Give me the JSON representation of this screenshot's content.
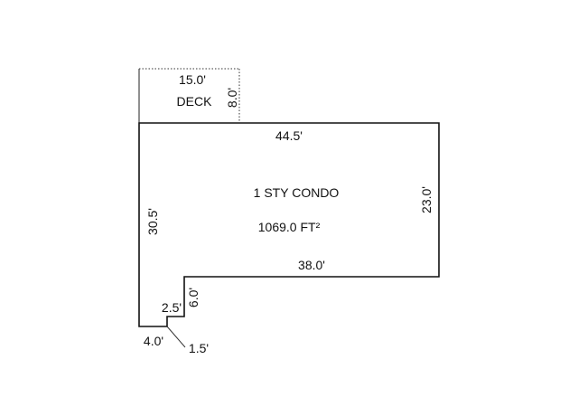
{
  "sketch": {
    "main_area": {
      "name": "1 STY CONDO",
      "area": "1069.0 FT²"
    },
    "deck": {
      "name": "DECK"
    },
    "dimensions": {
      "deck_width": "15.0'",
      "deck_depth": "8.0'",
      "top": "44.5'",
      "right": "23.0'",
      "inner_bottom": "38.0'",
      "left": "30.5'",
      "notch_vertical": "6.0'",
      "notch_horizontal": "2.5'",
      "bottom_left": "4.0'",
      "step": "1.5'"
    }
  }
}
